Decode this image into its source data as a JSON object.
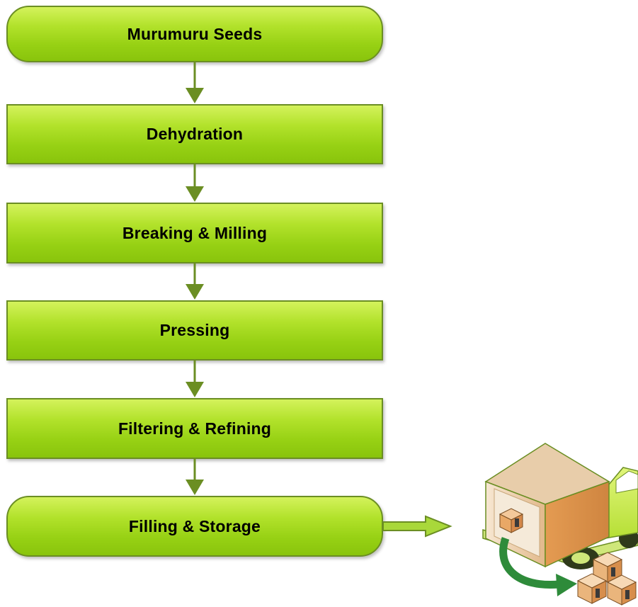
{
  "diagram": {
    "nodes": [
      {
        "id": "murumuru-seeds",
        "label": "Murumuru Seeds",
        "shape": "terminal"
      },
      {
        "id": "dehydration",
        "label": "Dehydration",
        "shape": "process"
      },
      {
        "id": "breaking-milling",
        "label": "Breaking & Milling",
        "shape": "process"
      },
      {
        "id": "pressing",
        "label": "Pressing",
        "shape": "process"
      },
      {
        "id": "filtering-refining",
        "label": "Filtering & Refining",
        "shape": "process"
      },
      {
        "id": "filling-storage",
        "label": "Filling & Storage",
        "shape": "terminal"
      }
    ],
    "edges": [
      {
        "from": "murumuru-seeds",
        "to": "dehydration"
      },
      {
        "from": "dehydration",
        "to": "breaking-milling"
      },
      {
        "from": "breaking-milling",
        "to": "pressing"
      },
      {
        "from": "pressing",
        "to": "filtering-refining"
      },
      {
        "from": "filtering-refining",
        "to": "filling-storage"
      },
      {
        "from": "filling-storage",
        "to": "delivery-truck"
      }
    ],
    "illustration": {
      "icon": "delivery-truck-icon"
    },
    "colors": {
      "node_fill_top": "#d4f25c",
      "node_fill_bottom": "#89c40c",
      "node_border": "#6b8e23",
      "arrow": "#6b8e23",
      "truck_box": "#d9914a",
      "truck_cab": "#cdeb5c",
      "delivery_arrow": "#2e8b3a"
    }
  }
}
